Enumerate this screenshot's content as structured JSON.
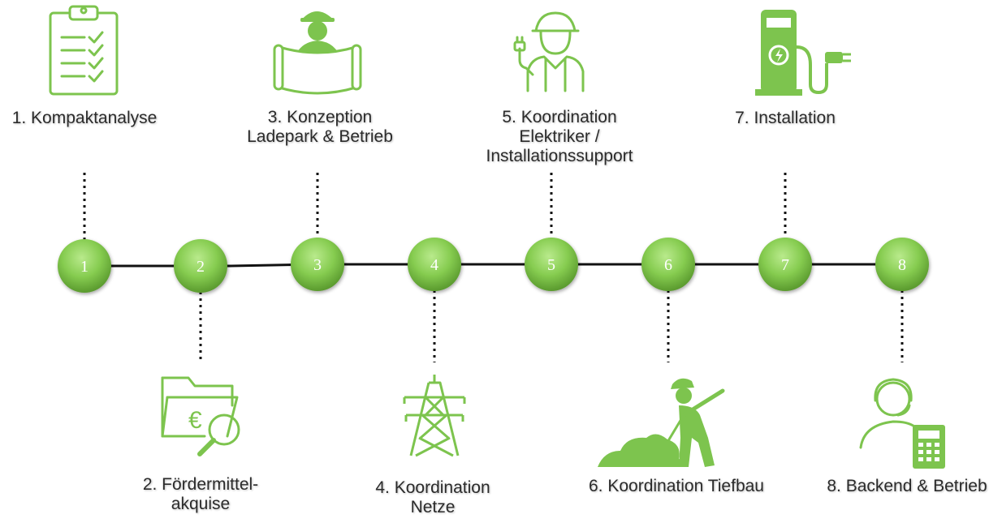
{
  "colors": {
    "accent": "#7DC44E",
    "node": "#8ED35A",
    "line": "#111111"
  },
  "steps": [
    {
      "number": "1",
      "lines": [
        "1. Kompaktanalyse"
      ],
      "icon": "clipboard-checklist-icon"
    },
    {
      "number": "2",
      "lines": [
        "2. Fördermittel-",
        "akquise"
      ],
      "icon": "euro-folder-search-icon"
    },
    {
      "number": "3",
      "lines": [
        "3. Konzeption",
        "Ladepark & Betrieb"
      ],
      "icon": "engineer-blueprint-icon"
    },
    {
      "number": "4",
      "lines": [
        "4. Koordination",
        "Netze"
      ],
      "icon": "power-pylon-icon"
    },
    {
      "number": "5",
      "lines": [
        "5. Koordination",
        "Elektriker /",
        "Installationssupport"
      ],
      "icon": "electrician-plug-icon"
    },
    {
      "number": "6",
      "lines": [
        "6. Koordination Tiefbau"
      ],
      "icon": "digging-worker-icon"
    },
    {
      "number": "7",
      "lines": [
        "7. Installation"
      ],
      "icon": "charging-station-icon"
    },
    {
      "number": "8",
      "lines": [
        "8. Backend & Betrieb"
      ],
      "icon": "support-headset-calculator-icon"
    }
  ]
}
